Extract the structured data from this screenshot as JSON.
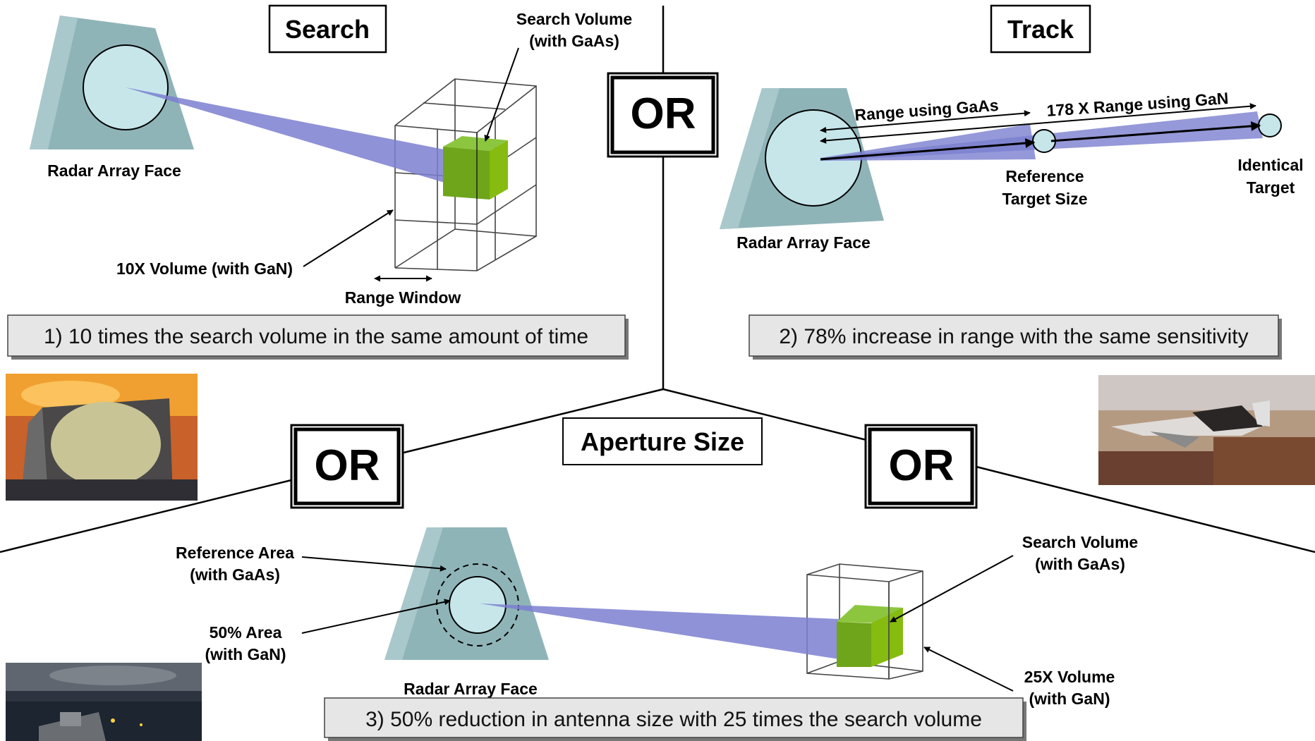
{
  "titles": {
    "search": "Search",
    "track": "Track",
    "aperture": "Aperture Size"
  },
  "or_label": "OR",
  "search_panel": {
    "array_face": "Radar Array Face",
    "search_volume_line1": "Search Volume",
    "search_volume_line2": "(with GaAs)",
    "gan_volume": "10X Volume (with GaN)",
    "range_window": "Range Window",
    "caption": "1) 10 times the search volume in the same amount of time"
  },
  "track_panel": {
    "array_face": "Radar Array Face",
    "range_gaas": "Range using GaAs",
    "range_gan": "178 X Range using GaN",
    "reference_line1": "Reference",
    "reference_line2": "Target Size",
    "identical_line1": "Identical",
    "identical_line2": "Target",
    "caption": "2) 78% increase in range with the same sensitivity"
  },
  "aperture_panel": {
    "array_face": "Radar Array Face",
    "reference_area_line1": "Reference Area",
    "reference_area_line2": "(with GaAs)",
    "half_area_line1": "50% Area",
    "half_area_line2": "(with GaN)",
    "search_volume_line1": "Search Volume",
    "search_volume_line2": "(with GaAs)",
    "gan_volume_line1": "25X Volume",
    "gan_volume_line2": "(with GaN)",
    "caption": "3) 50% reduction in antenna size with 25 times the search volume"
  },
  "colors": {
    "array_face": "#8fb4b8",
    "array_circle": "#c6e6ea",
    "beam": "#7b7fd0",
    "cube_green": "#6fa51a",
    "caption_bg": "#e6e6e6"
  }
}
